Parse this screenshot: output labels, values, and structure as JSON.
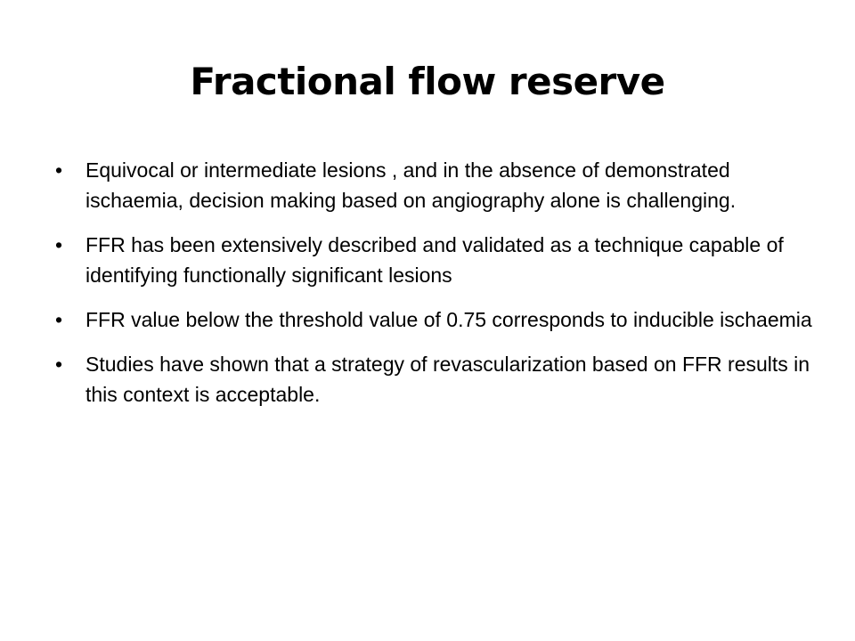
{
  "slide": {
    "title": "Fractional flow reserve",
    "bullet_glyph": "•",
    "bullets": [
      "Equivocal or intermediate lesions , and in the absence of demonstrated ischaemia, decision making based on angiography alone is challenging.",
      "FFR has been extensively described and validated as a technique capable of identifying functionally significant lesions",
      "FFR value below the threshold value of 0.75 corresponds to inducible ischaemia",
      "Studies have shown that a strategy of revascularization based on FFR results in this context is acceptable."
    ]
  }
}
